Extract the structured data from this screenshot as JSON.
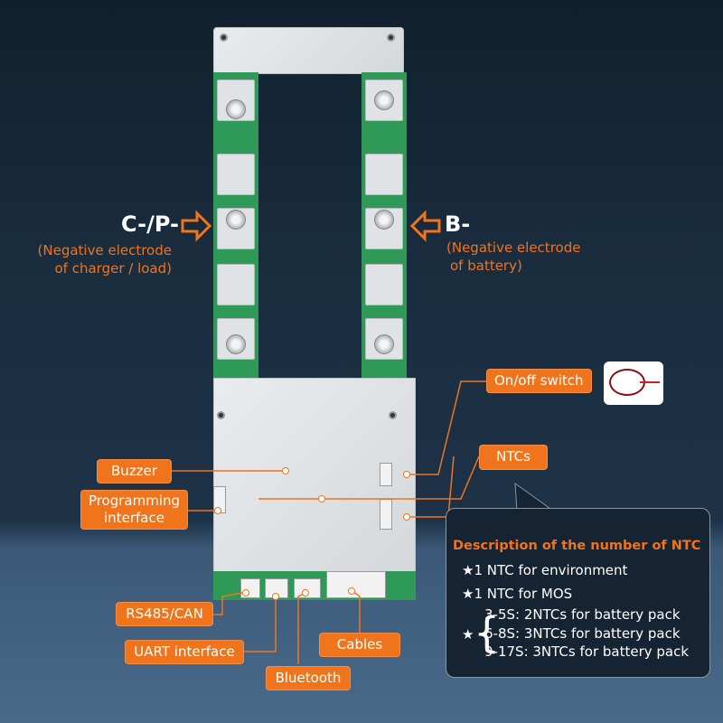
{
  "left_terminal": {
    "label": "C-/P-",
    "desc_line1": "(Negative electrode",
    "desc_line2": "of charger / load)"
  },
  "right_terminal": {
    "label": "B-",
    "desc_line1": "(Negative electrode",
    "desc_line2": "of battery)"
  },
  "callouts": {
    "on_off_switch": "On/off switch",
    "ntcs": "NTCs",
    "buzzer": "Buzzer",
    "programming_line1": "Programming",
    "programming_line2": "interface",
    "rs485": "RS485/CAN",
    "uart": "UART interface",
    "bluetooth": "Bluetooth",
    "cables": "Cables"
  },
  "ntc_description": {
    "title": "Description of the number of NTC",
    "items": [
      "★1 NTC for environment",
      "★1 NTC for MOS"
    ],
    "group_star": "★",
    "group": [
      "3-5S: 2NTCs for battery pack",
      "6-8S: 3NTCs for battery pack",
      "9-17S: 3NTCs for battery pack"
    ]
  },
  "colors": {
    "accent": "#f0741c",
    "panel": "#152332"
  }
}
